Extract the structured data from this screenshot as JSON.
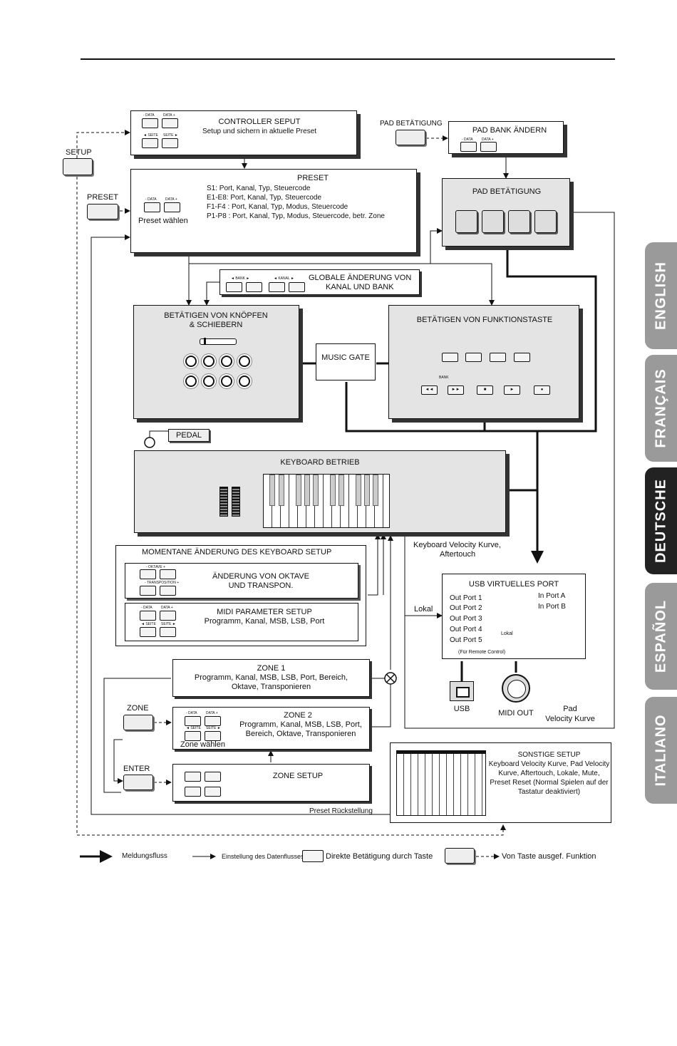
{
  "tabs": [
    {
      "label": "ENGLISH",
      "active": false
    },
    {
      "label": "FRANÇAIS",
      "active": false
    },
    {
      "label": "DEUTSCHE",
      "active": true
    },
    {
      "label": "ESPAÑOL",
      "active": false
    },
    {
      "label": "ITALIANO",
      "active": false
    }
  ],
  "controller": {
    "title": "CONTROLLER SEPUT",
    "subtitle": "Setup und sichern in aktuelle Preset",
    "keys": [
      "- DATA",
      "DATA +",
      "◄ SEITE",
      "SEITE ►"
    ]
  },
  "setup_label": "SETUP",
  "preset_label": "PRESET",
  "pad_betatigung_label": "PAD BETÄTIGUNG",
  "pad_bank": {
    "title": "PAD BANK ÄNDERN",
    "keys": [
      "- DATA",
      "DATA +"
    ]
  },
  "preset": {
    "title": "PRESET",
    "lines": [
      "S1: Port, Kanal, Typ, Steuercode",
      "E1-E8: Port, Kanal, Typ, Steuercode",
      "F1-F4 : Port, Kanal, Typ, Modus, Steuercode",
      "P1-P8 : Port, Kanal, Typ, Modus, Steuercode, betr. Zone"
    ],
    "keys": [
      "- DATA",
      "DATA +"
    ],
    "select_label": "Preset wählen"
  },
  "pad_box": {
    "title": "PAD BETÄTIGUNG"
  },
  "global": {
    "line1": "GLOBALE ÄNDERUNG VON",
    "line2": "KANAL UND BANK",
    "keys": [
      "◄ BANK ►",
      "◄ KANAL ►"
    ]
  },
  "knobs": {
    "line1": "BETÄTIGEN VON KNÖPFEN",
    "line2": "& SCHIEBERN"
  },
  "music_gate": "MUSIC GATE",
  "funktion": {
    "title": "BETÄTIGEN VON FUNKTIONSTASTE",
    "bank_label": "BANK"
  },
  "pedal": "PEDAL",
  "keyboard": {
    "title": "KEYBOARD BETRIEB"
  },
  "momentane": {
    "title": "MOMENTANE ÄNDERUNG DES KEYBOARD SETUP",
    "oktave_line1": "ÄNDERUNG VON OKTAVE",
    "oktave_line2": "UND TRANSPON.",
    "oktave_keys": [
      "- OKTAVE +",
      "- TRANSPOSITION +"
    ],
    "midi_title": "MIDI PARAMETER SETUP",
    "midi_sub": "Programm, Kanal, MSB, LSB, Port",
    "midi_keys": [
      "- DATA",
      "DATA +",
      "◄ SEITE",
      "SEITE ►"
    ]
  },
  "kb_velocity": {
    "line1": "Keyboard Velocity Kurve,",
    "line2": "Aftertouch"
  },
  "usb": {
    "title": "USB VIRTUELLES PORT",
    "outs": [
      "Out Port 1",
      "Out Port 2",
      "Out Port 3",
      "Out Port 4",
      "Out Port 5"
    ],
    "ins": [
      "In Port A",
      "In Port B"
    ],
    "lokal_small": "Lokal",
    "remote": "(Für Remote Control)"
  },
  "lokal": "Lokal",
  "usb_label": "USB",
  "midi_out": "MIDI OUT",
  "pad_velocity": {
    "line1": "Pad",
    "line2": "Velocity Kurve"
  },
  "zone1": {
    "title": "ZONE 1",
    "line1": "Programm, Kanal, MSB, LSB, Port, Bereich,",
    "line2": "Oktave, Transponieren"
  },
  "zone_label": "ZONE",
  "zone2": {
    "title": "ZONE 2",
    "line1": "Programm, Kanal, MSB, LSB, Port,",
    "line2": "Bereich, Oktave, Transponieren",
    "select": "Zone wählen",
    "keys": [
      "- DATA",
      "DATA +",
      "◄ SEITE",
      "SEITE ►"
    ]
  },
  "enter_label": "ENTER",
  "zone_setup": "ZONE SETUP",
  "preset_reset": "Preset Rückstellung",
  "sonstige": {
    "title": "SONSTIGE SETUP",
    "lines": [
      "Keyboard Velocity Kurve, Pad Velocity",
      "Kurve, Aftertouch, Lokale, Mute,",
      "Preset  Reset (Normal Spielen auf der",
      "Tastatur deaktiviert)"
    ]
  },
  "legend": {
    "flow": "Meldungsfluss",
    "data": "Einstellung des Datenflusses",
    "direct": "Direkte Betätigung durch Taste",
    "func": "Von Taste ausgef. Funktion"
  }
}
